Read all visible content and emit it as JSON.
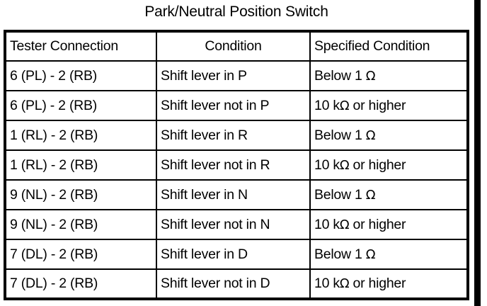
{
  "title": "Park/Neutral Position Switch",
  "table": {
    "headers": [
      {
        "label": "Tester Connection",
        "align": "left"
      },
      {
        "label": "Condition",
        "align": "center"
      },
      {
        "label": "Specified Condition",
        "align": "left"
      }
    ],
    "rows": [
      {
        "tester_connection": "6 (PL) - 2 (RB)",
        "condition": "Shift lever in P",
        "specified_condition": "Below 1 Ω"
      },
      {
        "tester_connection": "6 (PL) - 2 (RB)",
        "condition": "Shift lever not in P",
        "specified_condition": "10 kΩ or higher"
      },
      {
        "tester_connection": "1 (RL) - 2 (RB)",
        "condition": "Shift lever in R",
        "specified_condition": "Below 1 Ω"
      },
      {
        "tester_connection": "1 (RL) - 2 (RB)",
        "condition": "Shift lever not in R",
        "specified_condition": "10 kΩ or higher"
      },
      {
        "tester_connection": "9 (NL) - 2 (RB)",
        "condition": "Shift lever in N",
        "specified_condition": "Below 1 Ω"
      },
      {
        "tester_connection": "9 (NL) - 2 (RB)",
        "condition": "Shift lever not in N",
        "specified_condition": "10 kΩ or higher"
      },
      {
        "tester_connection": "7 (DL) - 2 (RB)",
        "condition": "Shift lever in D",
        "specified_condition": "Below 1 Ω"
      },
      {
        "tester_connection": "7 (DL) - 2 (RB)",
        "condition": "Shift lever not in D",
        "specified_condition": "10 kΩ or higher"
      }
    ]
  },
  "colors": {
    "ink": "#000000",
    "paper": "#ffffff"
  }
}
